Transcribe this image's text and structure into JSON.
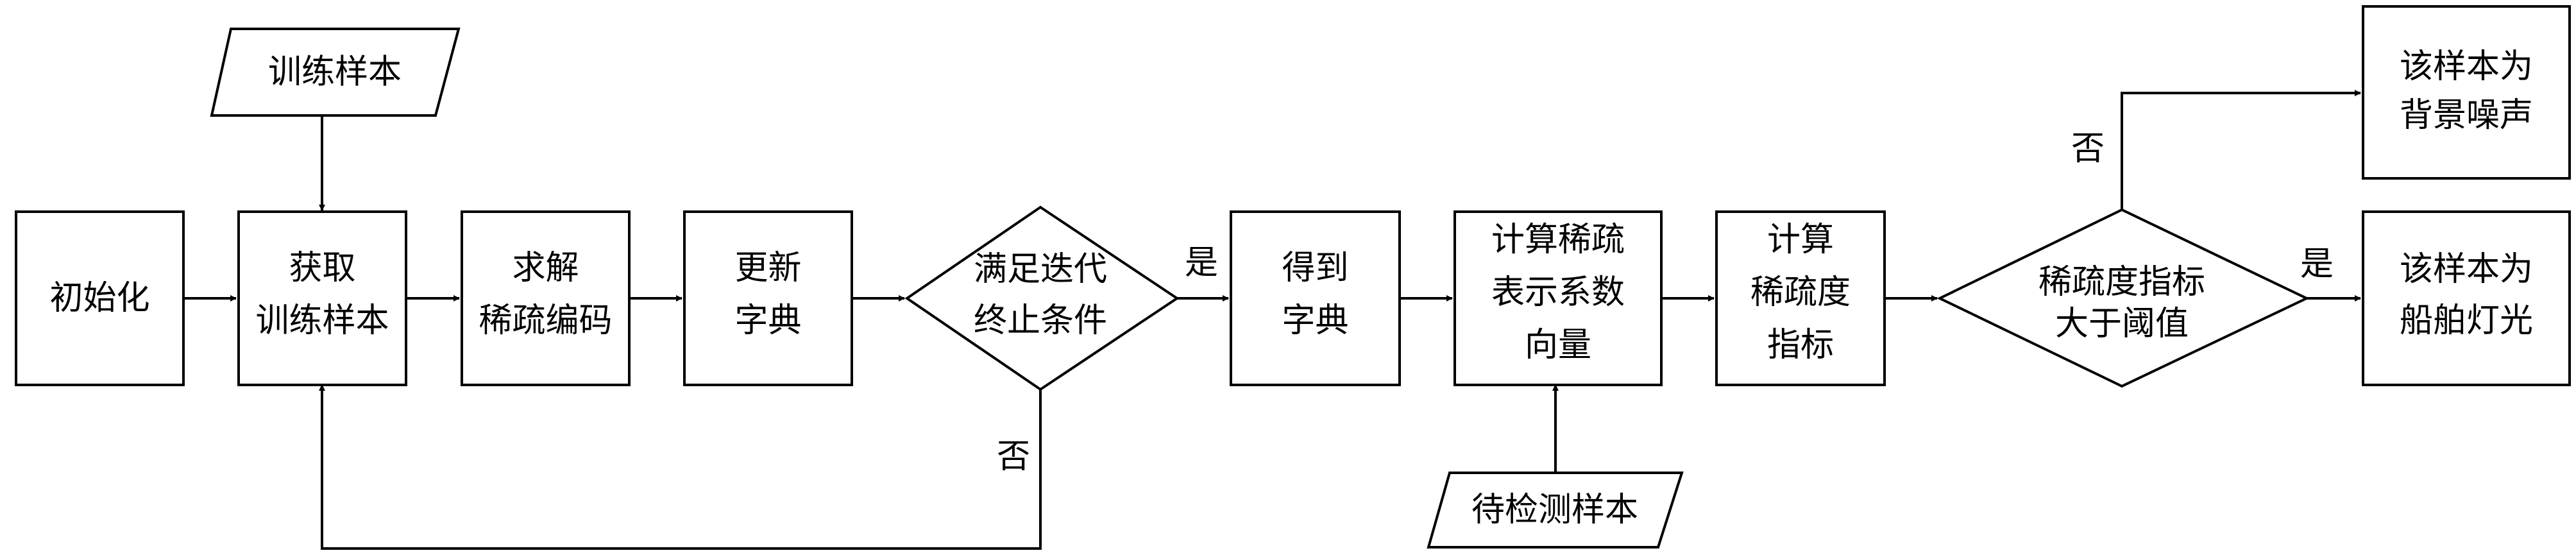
{
  "nodes": {
    "init": {
      "lines": [
        "初始化"
      ]
    },
    "train_in": {
      "lines": [
        "训练样本"
      ]
    },
    "get_train": {
      "lines": [
        "获取",
        "训练样本"
      ]
    },
    "solve": {
      "lines": [
        "求解",
        "稀疏编码"
      ]
    },
    "update": {
      "lines": [
        "更新",
        "字典"
      ]
    },
    "iter_cond": {
      "lines": [
        "满足迭代",
        "终止条件"
      ]
    },
    "get_dict": {
      "lines": [
        "得到",
        "字典"
      ]
    },
    "calc_coef": {
      "lines": [
        "计算稀疏",
        "表示系数",
        "向量"
      ]
    },
    "test_in": {
      "lines": [
        "待检测样本"
      ]
    },
    "calc_index": {
      "lines": [
        "计算",
        "稀疏度",
        "指标"
      ]
    },
    "threshold": {
      "lines": [
        "稀疏度指标",
        "大于阈值"
      ]
    },
    "noise": {
      "lines": [
        "该样本为",
        "背景噪声"
      ]
    },
    "ship": {
      "lines": [
        "该样本为",
        "船舶灯光"
      ]
    }
  },
  "edge_labels": {
    "iter_yes": "是",
    "iter_no": "否",
    "threshold_no": "否",
    "threshold_yes": "是"
  }
}
